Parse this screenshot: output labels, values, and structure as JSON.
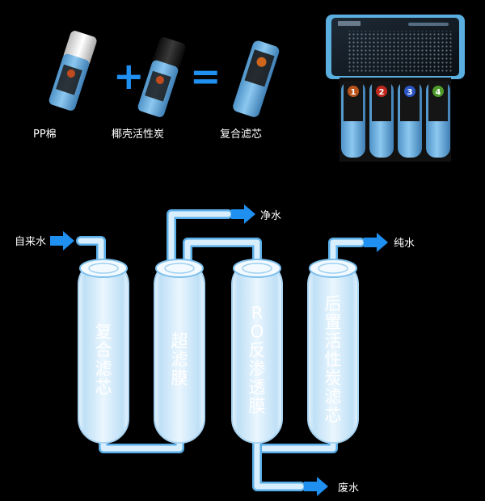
{
  "colors": {
    "background": "#000000",
    "accent_blue": "#1f8ff0",
    "pipe_fill": "#d8eefc",
    "pipe_stroke": "#5aaee8",
    "cartridge_blue": "#6aaee0",
    "text": "#ffffff"
  },
  "combo": {
    "plus_symbol": "+",
    "equals_symbol": "=",
    "items": [
      {
        "label": "PP棉",
        "icon": "pp-cotton-cartridge-icon",
        "cap": "white"
      },
      {
        "label": "椰壳活性炭",
        "icon": "coconut-carbon-cartridge-icon",
        "cap": "black"
      },
      {
        "label": "复合滤芯",
        "icon": "composite-cartridge-icon",
        "cap": "blue"
      }
    ]
  },
  "purifier": {
    "icon": "water-purifier-unit-icon",
    "numbers": [
      "1",
      "2",
      "3",
      "4"
    ]
  },
  "flow": {
    "inlet": "自来水",
    "clean_outlet": "净水",
    "pure_outlet": "纯水",
    "waste_outlet": "废水",
    "stages": [
      {
        "id": "stage1",
        "name": "复合滤芯"
      },
      {
        "id": "stage2",
        "name": "超滤膜"
      },
      {
        "id": "stage3",
        "name": "RO反渗透膜"
      },
      {
        "id": "stage4",
        "name": "后置活性炭滤芯"
      }
    ]
  }
}
